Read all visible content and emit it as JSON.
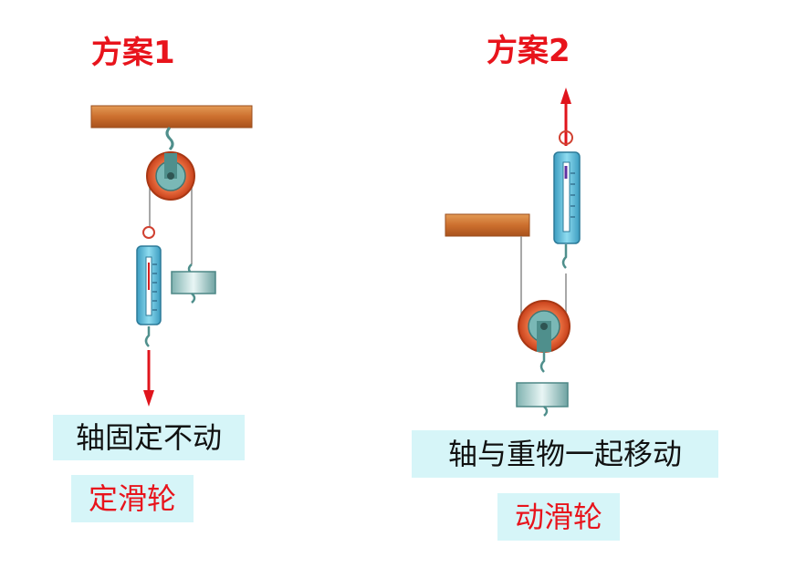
{
  "left": {
    "title": "方案1",
    "caption": "轴固定不动",
    "label": "定滑轮"
  },
  "right": {
    "title": "方案2",
    "caption": "轴与重物一起移动",
    "label": "动滑轮"
  },
  "colors": {
    "title": "#e8141c",
    "label_bg": "#d6f5f8",
    "wood": "#d07a3a",
    "pulley": "#e2592c",
    "scale": "#5cbcd8",
    "arrow": "#e0141c"
  }
}
